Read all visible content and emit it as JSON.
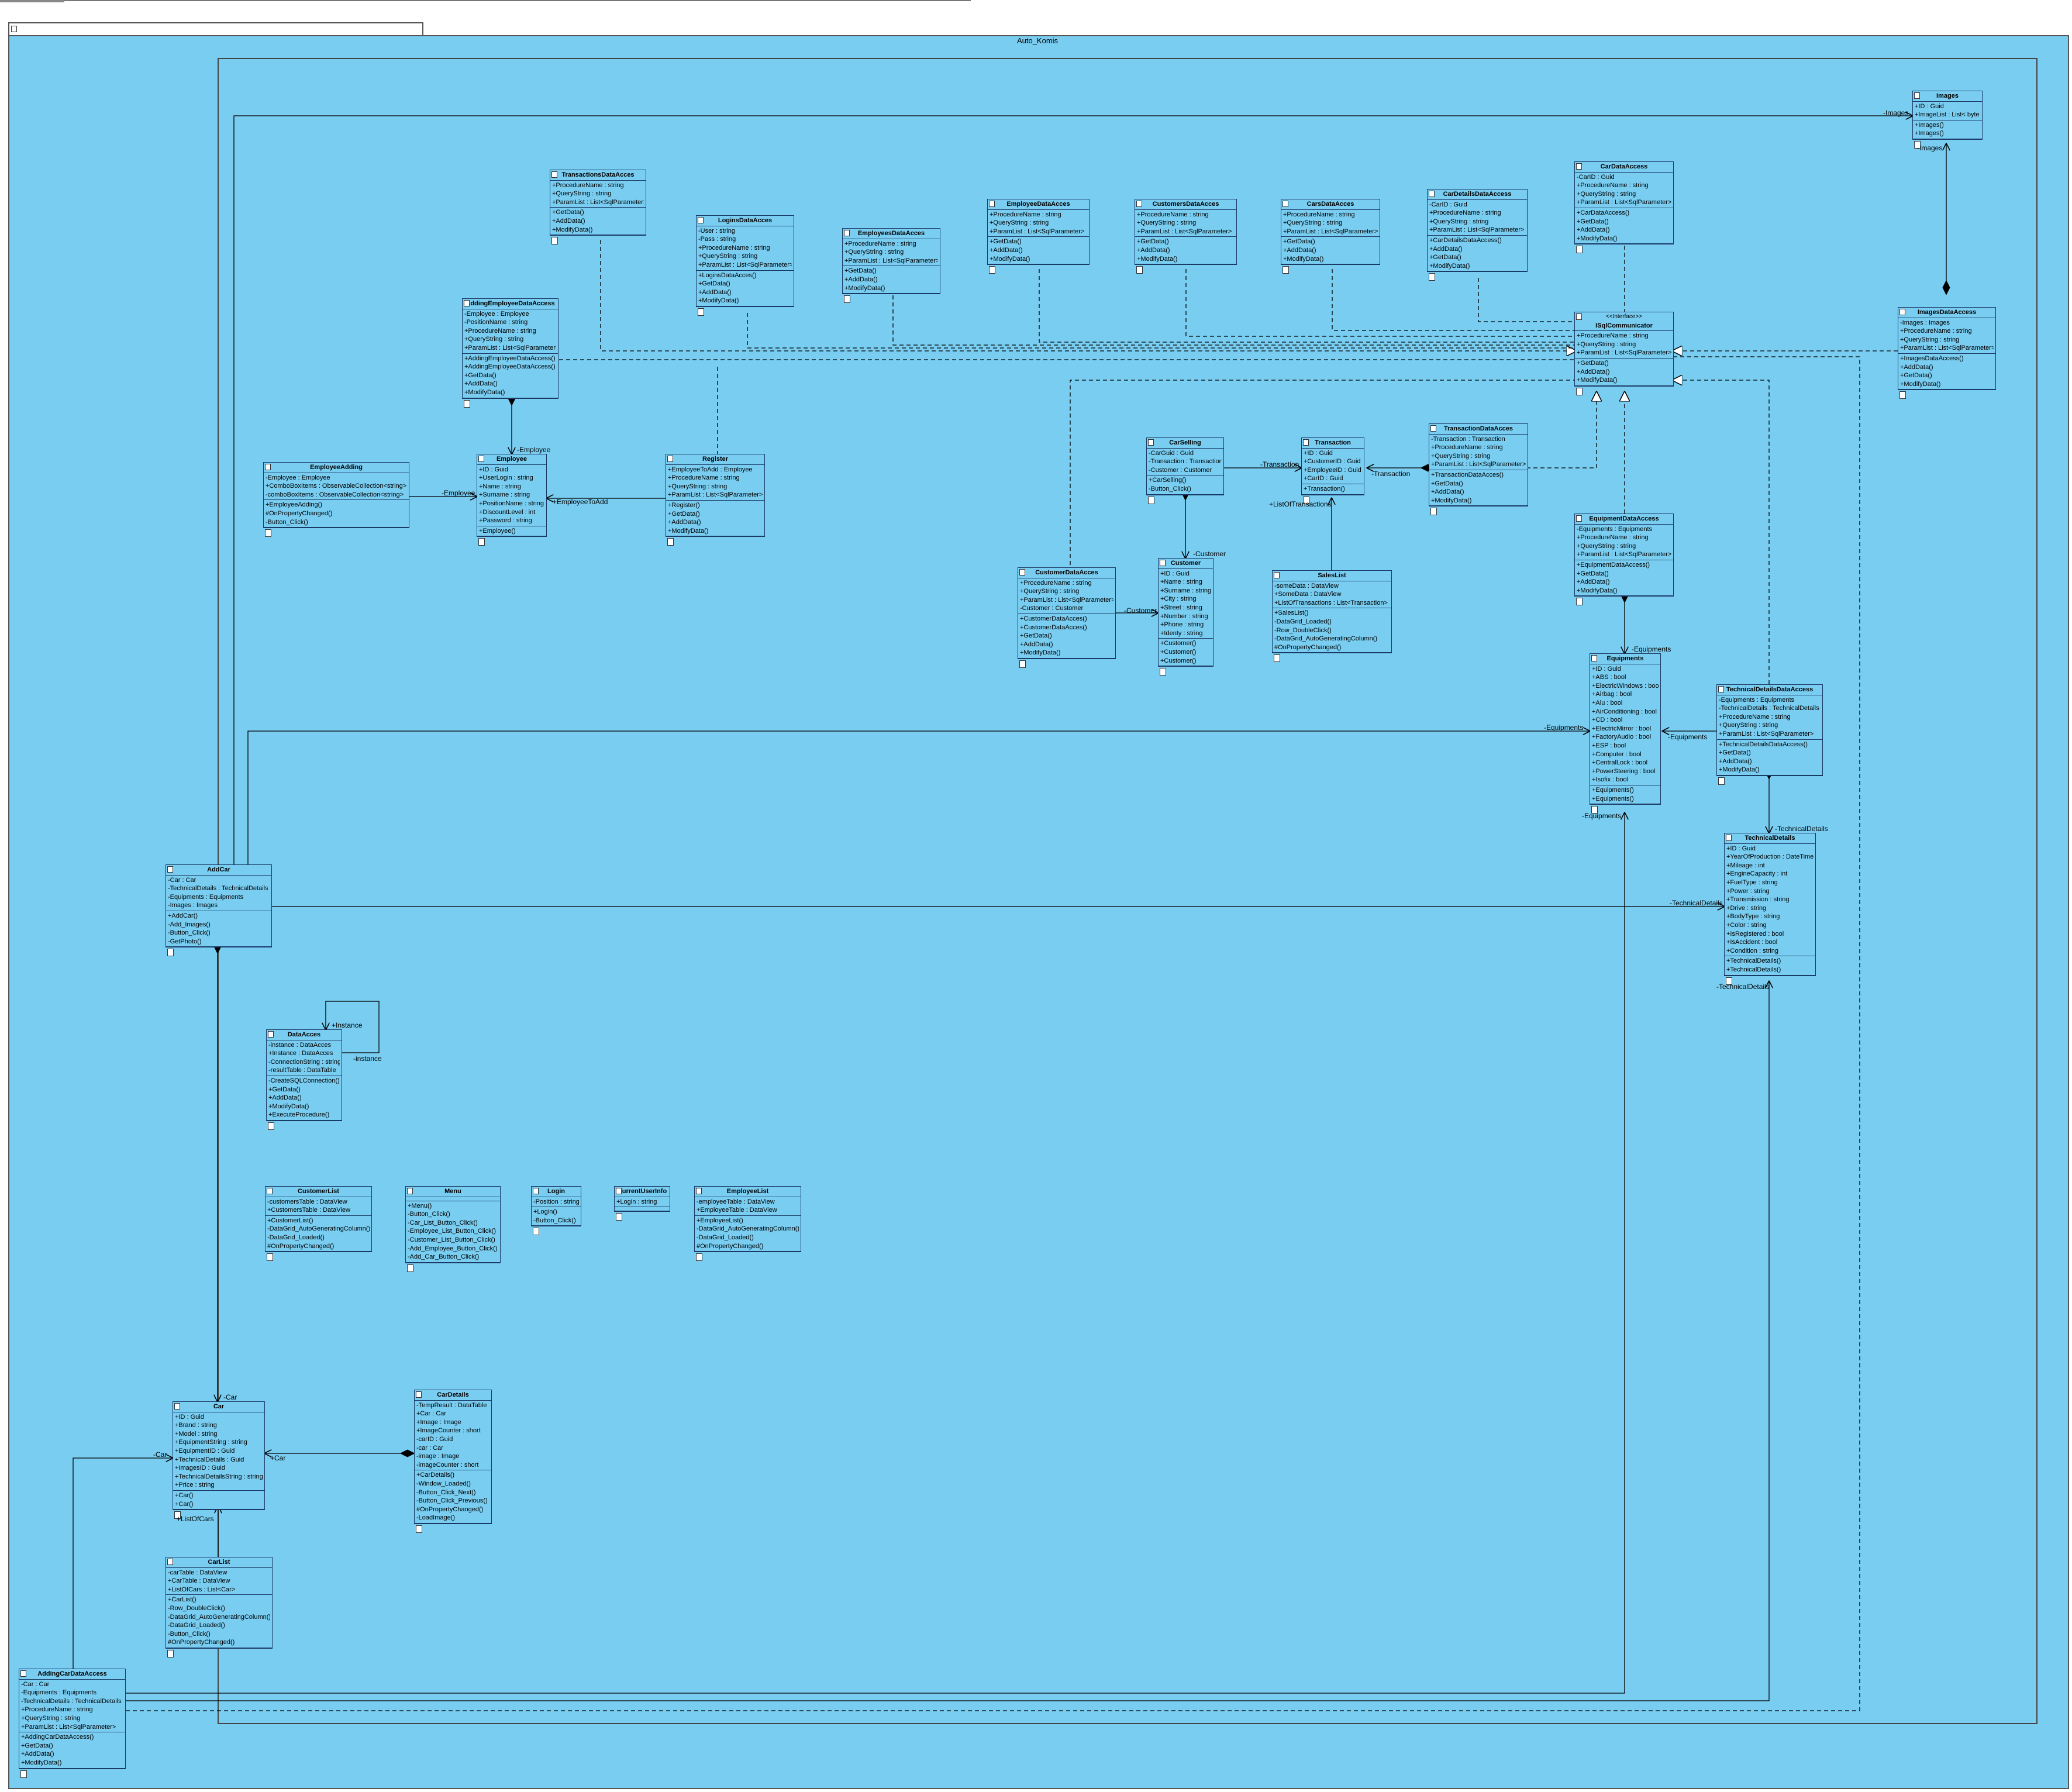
{
  "package": {
    "name": "Auto_Komis"
  },
  "classes": [
    {
      "id": "TransactionsDataAcces",
      "title": "TransactionsDataAcces",
      "attrs": [
        "+ProcedureName : string",
        "+QueryString : string",
        "+ParamList : List<SqlParameter>"
      ],
      "ops": [
        "+GetData()",
        "+AddData()",
        "+ModifyData()"
      ]
    },
    {
      "id": "LoginsDataAcces",
      "title": "LoginsDataAcces",
      "attrs": [
        "-User : string",
        "-Pass : string",
        "+ProcedureName : string",
        "+QueryString : string",
        "+ParamList : List<SqlParameter>"
      ],
      "ops": [
        "+LoginsDataAcces()",
        "+GetData()",
        "+AddData()",
        "+ModifyData()"
      ]
    },
    {
      "id": "EmployeesDataAcces",
      "title": "EmployeesDataAcces",
      "attrs": [
        "+ProcedureName : string",
        "+QueryString : string",
        "+ParamList : List<SqlParameter>"
      ],
      "ops": [
        "+GetData()",
        "+AddData()",
        "+ModifyData()"
      ]
    },
    {
      "id": "EmployeeDataAcces",
      "title": "EmployeeDataAcces",
      "attrs": [
        "+ProcedureName : string",
        "+QueryString : string",
        "+ParamList : List<SqlParameter>"
      ],
      "ops": [
        "+GetData()",
        "+AddData()",
        "+ModifyData()"
      ]
    },
    {
      "id": "CustomersDataAcces",
      "title": "CustomersDataAcces",
      "attrs": [
        "+ProcedureName : string",
        "+QueryString : string",
        "+ParamList : List<SqlParameter>"
      ],
      "ops": [
        "+GetData()",
        "+AddData()",
        "+ModifyData()"
      ]
    },
    {
      "id": "CarsDataAcces",
      "title": "CarsDataAcces",
      "attrs": [
        "+ProcedureName : string",
        "+QueryString : string",
        "+ParamList : List<SqlParameter>"
      ],
      "ops": [
        "+GetData()",
        "+AddData()",
        "+ModifyData()"
      ]
    },
    {
      "id": "CarDetailsDataAccess",
      "title": "CarDetailsDataAccess",
      "attrs": [
        "-CarID : Guid",
        "+ProcedureName : string",
        "+QueryString : string",
        "+ParamList : List<SqlParameter>"
      ],
      "ops": [
        "+CarDetailsDataAccess()",
        "+AddData()",
        "+GetData()",
        "+ModifyData()"
      ]
    },
    {
      "id": "CarDataAccess",
      "title": "CarDataAccess",
      "attrs": [
        "-CarID : Guid",
        "+ProcedureName : string",
        "+QueryString : string",
        "+ParamList : List<SqlParameter>"
      ],
      "ops": [
        "+CarDataAccess()",
        "+GetData()",
        "+AddData()",
        "+ModifyData()"
      ]
    },
    {
      "id": "Images",
      "title": "Images",
      "attrs": [
        "+ID : Guid",
        "+ImageList : List< byte"
      ],
      "ops": [
        "+Images()",
        "+Images()"
      ]
    },
    {
      "id": "ISqlCommunicator",
      "title": "ISqlCommunicator",
      "stereo": "<<Interface>>",
      "attrs": [
        "+ProcedureName : string",
        "+QueryString : string",
        "+ParamList : List<SqlParameter>"
      ],
      "ops": [
        "+GetData()",
        "+AddData()",
        "+ModifyData()"
      ]
    },
    {
      "id": "ImagesDataAccess",
      "title": "ImagesDataAccess",
      "attrs": [
        "-Images : Images",
        "+ProcedureName : string",
        "+QueryString : string",
        "+ParamList : List<SqlParameter>"
      ],
      "ops": [
        "+ImagesDataAccess()",
        "+AddData()",
        "+GetData()",
        "+ModifyData()"
      ]
    },
    {
      "id": "AddingEmployeeDataAccess",
      "title": "AddingEmployeeDataAccess",
      "attrs": [
        "-Employee : Employee",
        "-PositionName : string",
        "+ProcedureName : string",
        "+QueryString : string",
        "+ParamList : List<SqlParameter>"
      ],
      "ops": [
        "+AddingEmployeeDataAccess()",
        "+AddingEmployeeDataAccess()",
        "+GetData()",
        "+AddData()",
        "+ModifyData()"
      ]
    },
    {
      "id": "EmployeeAdding",
      "title": "EmployeeAdding",
      "attrs": [
        "-Employee : Employee",
        "+ComboBoxItems : ObservableCollection<string>",
        "-comboBoxItems : ObservableCollection<string>"
      ],
      "ops": [
        "+EmployeeAdding()",
        "#OnPropertyChanged()",
        "-Button_Click()"
      ]
    },
    {
      "id": "Employee",
      "title": "Employee",
      "attrs": [
        "+ID : Guid",
        "+UserLogin : string",
        "+Name : string",
        "+Surname : string",
        "+PositionName : string",
        "+DiscountLevel : int",
        "+Password : string"
      ],
      "ops": [
        "+Employee()"
      ]
    },
    {
      "id": "Register",
      "title": "Register",
      "attrs": [
        "+EmployeeToAdd : Employee",
        "+ProcedureName : string",
        "+QueryString : string",
        "+ParamList : List<SqlParameter>"
      ],
      "ops": [
        "+Register()",
        "+GetData()",
        "+AddData()",
        "+ModifyData()"
      ]
    },
    {
      "id": "CarSelling",
      "title": "CarSelling",
      "attrs": [
        "-CarGuid : Guid",
        "-Transaction : Transaction",
        "-Customer : Customer"
      ],
      "ops": [
        "+CarSelling()",
        "-Button_Click()"
      ]
    },
    {
      "id": "Transaction",
      "title": "Transaction",
      "attrs": [
        "+ID : Guid",
        "+CustomerID : Guid",
        "+EmployeeID : Guid",
        "+CarID : Guid"
      ],
      "ops": [
        "+Transaction()"
      ]
    },
    {
      "id": "TransactionDataAcces",
      "title": "TransactionDataAcces",
      "attrs": [
        "-Transaction : Transaction",
        "+ProcedureName : string",
        "+QueryString : string",
        "+ParamList : List<SqlParameter>"
      ],
      "ops": [
        "+TransactionDataAcces()",
        "+GetData()",
        "+AddData()",
        "+ModifyData()"
      ]
    },
    {
      "id": "CustomerDataAcces",
      "title": "CustomerDataAcces",
      "attrs": [
        "+ProcedureName : string",
        "+QueryString : string",
        "+ParamList : List<SqlParameter>",
        "-Customer : Customer"
      ],
      "ops": [
        "+CustomerDataAcces()",
        "+CustomerDataAcces()",
        "+GetData()",
        "+AddData()",
        "+ModifyData()"
      ]
    },
    {
      "id": "Customer",
      "title": "Customer",
      "attrs": [
        "+ID : Guid",
        "+Name : string",
        "+Surname : string",
        "+City : string",
        "+Street : string",
        "+Number : string",
        "+Phone : string",
        "+Identy : string"
      ],
      "ops": [
        "+Customer()",
        "+Customer()",
        "+Customer()"
      ]
    },
    {
      "id": "SalesList",
      "title": "SalesList",
      "attrs": [
        "-someData : DataView",
        "+SomeData : DataView",
        "+ListOfTransactions : List<Transaction>"
      ],
      "ops": [
        "+SalesList()",
        "-DataGrid_Loaded()",
        "-Row_DoubleClick()",
        "-DataGrid_AutoGeneratingColumn()",
        "#OnPropertyChanged()"
      ]
    },
    {
      "id": "EquipmentDataAccess",
      "title": "EquipmentDataAccess",
      "attrs": [
        "-Equipments : Equipments",
        "+ProcedureName : string",
        "+QueryString : string",
        "+ParamList : List<SqlParameter>"
      ],
      "ops": [
        "+EquipmentDataAccess()",
        "+GetData()",
        "+AddData()",
        "+ModifyData()"
      ]
    },
    {
      "id": "Equipments",
      "title": "Equipments",
      "attrs": [
        "+ID : Guid",
        "+ABS : bool",
        "+ElectricWindows : bool",
        "+Airbag : bool",
        "+Alu : bool",
        "+AirConditioning : bool",
        "+CD : bool",
        "+ElectricMirror : bool",
        "+FactoryAudio : bool",
        "+ESP : bool",
        "+Computer : bool",
        "+CentralLock : bool",
        "+PowerSteering : bool",
        "+Isofix : bool"
      ],
      "ops": [
        "+Equipments()",
        "+Equipments()"
      ]
    },
    {
      "id": "TechnicalDetailsDataAccess",
      "title": "TechnicalDetailsDataAccess",
      "attrs": [
        "-Equipments : Equipments",
        "-TechnicalDetails : TechnicalDetails",
        "+ProcedureName : string",
        "+QueryString : string",
        "+ParamList : List<SqlParameter>"
      ],
      "ops": [
        "+TechnicalDetailsDataAccess()",
        "+GetData()",
        "+AddData()",
        "+ModifyData()"
      ]
    },
    {
      "id": "TechnicalDetails",
      "title": "TechnicalDetails",
      "attrs": [
        "+ID : Guid",
        "+YearOfProduction : DateTime",
        "+Mileage : int",
        "+EngineCapacity : int",
        "+FuelType : string",
        "+Power : string",
        "+Transmission : string",
        "+Drive : string",
        "+BodyType : string",
        "+Color : string",
        "+IsRegistered : bool",
        "+IsAccident : bool",
        "+Condition : string"
      ],
      "ops": [
        "+TechnicalDetails()",
        "+TechnicalDetails()"
      ]
    },
    {
      "id": "AddCar",
      "title": "AddCar",
      "attrs": [
        "-Car : Car",
        "-TechnicalDetails : TechnicalDetails",
        "-Equipments : Equipments",
        "-Images : Images"
      ],
      "ops": [
        "+AddCar()",
        "-Add_Images()",
        "-Button_Click()",
        "-GetPhoto()"
      ]
    },
    {
      "id": "DataAcces",
      "title": "DataAcces",
      "attrs": [
        "-instance : DataAcces",
        "+Instance : DataAcces",
        "-ConnectionString : string",
        "-resultTable : DataTable"
      ],
      "ops": [
        "-CreateSQLConnection()",
        "+GetData()",
        "+AddData()",
        "+ModifyData()",
        "+ExecuteProcedure()"
      ]
    },
    {
      "id": "CustomerList",
      "title": "CustomerList",
      "attrs": [
        "-customersTable : DataView",
        "+CustomersTable : DataView"
      ],
      "ops": [
        "+CustomerList()",
        "-DataGrid_AutoGeneratingColumn()",
        "-DataGrid_Loaded()",
        "#OnPropertyChanged()"
      ]
    },
    {
      "id": "Menu",
      "title": "Menu",
      "attrs": [],
      "ops": [
        "+Menu()",
        "-Button_Click()",
        "-Car_List_Button_Click()",
        "-Employee_List_Button_Click()",
        "-Customer_List_Button_Click()",
        "-Add_Employee_Button_Click()",
        "-Add_Car_Button_Click()"
      ]
    },
    {
      "id": "Login",
      "title": "Login",
      "attrs": [
        "-Position : string"
      ],
      "ops": [
        "+Login()",
        "-Button_Click()"
      ]
    },
    {
      "id": "CurrentUserInfo",
      "title": "CurrentUserInfo",
      "attrs": [
        "+Login : string"
      ],
      "ops": []
    },
    {
      "id": "EmployeeList",
      "title": "EmployeeList",
      "attrs": [
        "-employeeTable : DataView",
        "+EmployeeTable : DataView"
      ],
      "ops": [
        "+EmployeeList()",
        "-DataGrid_AutoGeneratingColumn()",
        "-DataGrid_Loaded()",
        "#OnPropertyChanged()"
      ]
    },
    {
      "id": "Car",
      "title": "Car",
      "attrs": [
        "+ID : Guid",
        "+Brand : string",
        "+Model : string",
        "+EquipmentString : string",
        "+EquipmentID : Guid",
        "+TechnicalDetails : Guid",
        "+ImagesID : Guid",
        "+TechnicalDetailsString : string",
        "+Price : string"
      ],
      "ops": [
        "+Car()",
        "+Car()"
      ]
    },
    {
      "id": "CarDetails",
      "title": "CarDetails",
      "attrs": [
        "-TempResult : DataTable",
        "+Car : Car",
        "+Image : Image",
        "+ImageCounter : short",
        "-carID : Guid",
        "-car : Car",
        "-image : Image",
        "-imageCounter : short"
      ],
      "ops": [
        "+CarDetails()",
        "-Window_Loaded()",
        "-Button_Click_Next()",
        "-Button_Click_Previous()",
        "#OnPropertyChanged()",
        "-LoadImage()"
      ]
    },
    {
      "id": "CarList",
      "title": "CarList",
      "attrs": [
        "-carTable : DataView",
        "+CarTable : DataView",
        "+ListOfCars : List<Car>"
      ],
      "ops": [
        "+CarList()",
        "-Row_DoubleClick()",
        "-DataGrid_AutoGeneratingColumn()",
        "-DataGrid_Loaded()",
        "-Button_Click()",
        "#OnPropertyChanged()"
      ]
    },
    {
      "id": "AddingCarDataAccess",
      "title": "AddingCarDataAccess",
      "attrs": [
        "-Car : Car",
        "-Equipments : Equipments",
        "-TechnicalDetails : TechnicalDetails",
        "+ProcedureName : string",
        "+QueryString : string",
        "+ParamList : List<SqlParameter>"
      ],
      "ops": [
        "+AddingCarDataAccess()",
        "+GetData()",
        "+AddData()",
        "+ModifyData()"
      ]
    }
  ],
  "labels": [
    {
      "id": "l1",
      "text": "-Images"
    },
    {
      "id": "l2",
      "text": "-Images"
    },
    {
      "id": "l3",
      "text": "-Employee"
    },
    {
      "id": "l4",
      "text": "-Employee"
    },
    {
      "id": "l5",
      "text": "+EmployeeToAdd"
    },
    {
      "id": "l6",
      "text": "-Transaction"
    },
    {
      "id": "l7",
      "text": "-Transaction"
    },
    {
      "id": "l8",
      "text": "+ListOfTransactions"
    },
    {
      "id": "l9",
      "text": "-Customer"
    },
    {
      "id": "l10",
      "text": "-Customer"
    },
    {
      "id": "l11",
      "text": "-Equipments"
    },
    {
      "id": "l12",
      "text": "-Equipments"
    },
    {
      "id": "l13",
      "text": "-Equipments"
    },
    {
      "id": "l14",
      "text": "-Equipments"
    },
    {
      "id": "l15",
      "text": "-TechnicalDetails"
    },
    {
      "id": "l16",
      "text": "-TechnicalDetails"
    },
    {
      "id": "l17",
      "text": "-TechnicalDetails"
    },
    {
      "id": "l18",
      "text": "+Instance"
    },
    {
      "id": "l19",
      "text": "-instance"
    },
    {
      "id": "l20",
      "text": "-Car"
    },
    {
      "id": "l21",
      "text": "-Car"
    },
    {
      "id": "l22",
      "text": "+Car"
    },
    {
      "id": "l23",
      "text": "+ListOfCars"
    }
  ]
}
